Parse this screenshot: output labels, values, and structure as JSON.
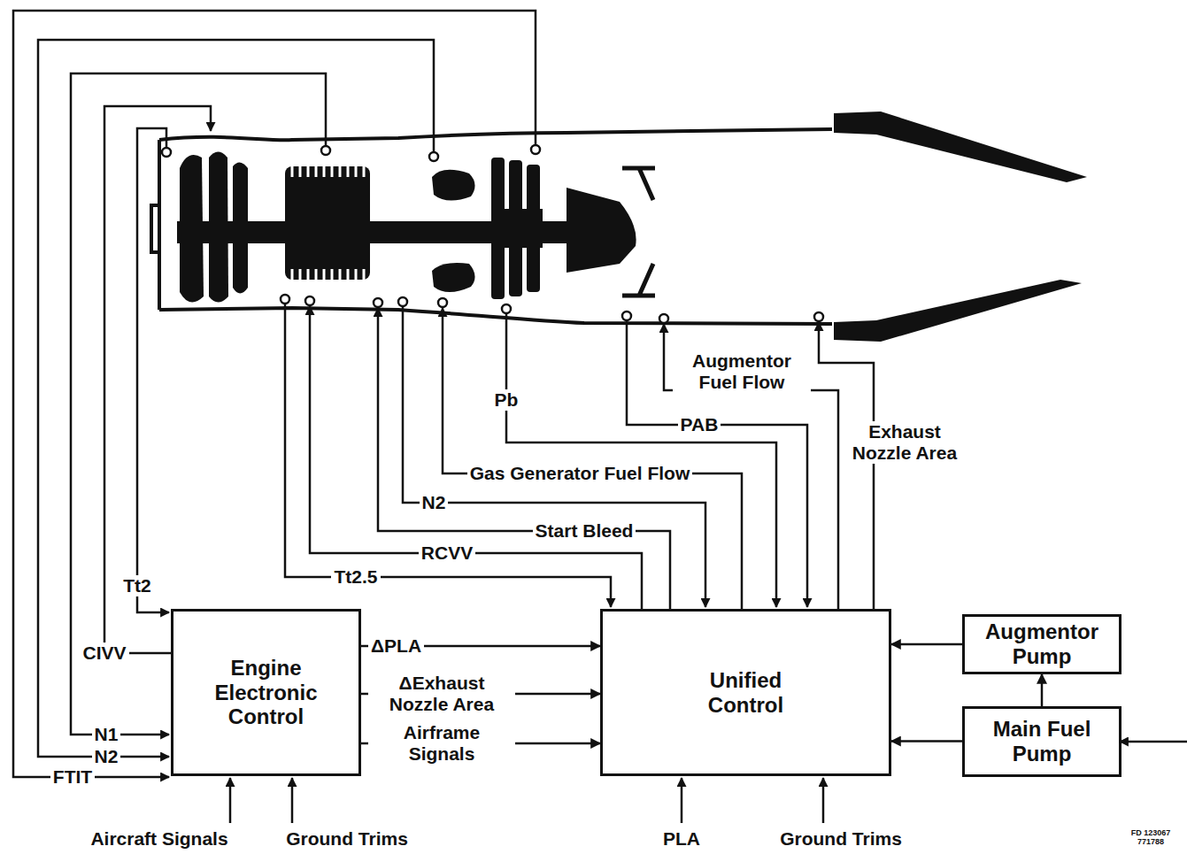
{
  "diagram": {
    "nodes": [
      {
        "text": [
          "Engine Electronic Control"
        ]
      },
      {
        "text": [
          "Unified Control"
        ]
      },
      {
        "text": [
          "Augmentor Pump"
        ]
      },
      {
        "text": [
          "Main Fuel Pump"
        ]
      }
    ],
    "edges": [
      {
        "from": 0,
        "to": 1,
        "label": "ΔPLA",
        "arrow": "to"
      },
      {
        "from": 0,
        "to": 1,
        "label": "ΔExhaust Nozzle Area",
        "arrow": "to"
      },
      {
        "from": 0,
        "to": 1,
        "label": "Airframe Signals",
        "arrow": "to"
      },
      {
        "from": 2,
        "to": 1,
        "arrow": "to"
      },
      {
        "from": 3,
        "to": 1,
        "arrow": "to"
      },
      {
        "from": 3,
        "to": 2,
        "arrow": "to"
      }
    ],
    "labels": [
      "Tt2",
      "CIVV",
      "N1",
      "N2",
      "FTIT",
      "Aircraft Signals",
      "Ground Trims",
      "Tt2.5",
      "RCVV",
      "Start Bleed",
      "N2",
      "Gas Generator Fuel Flow",
      "Pb",
      "PAB",
      "Augmentor Fuel Flow",
      "Exhaust Nozzle Area",
      "PLA",
      "Ground Trims",
      "FD 123067 771788"
    ]
  }
}
